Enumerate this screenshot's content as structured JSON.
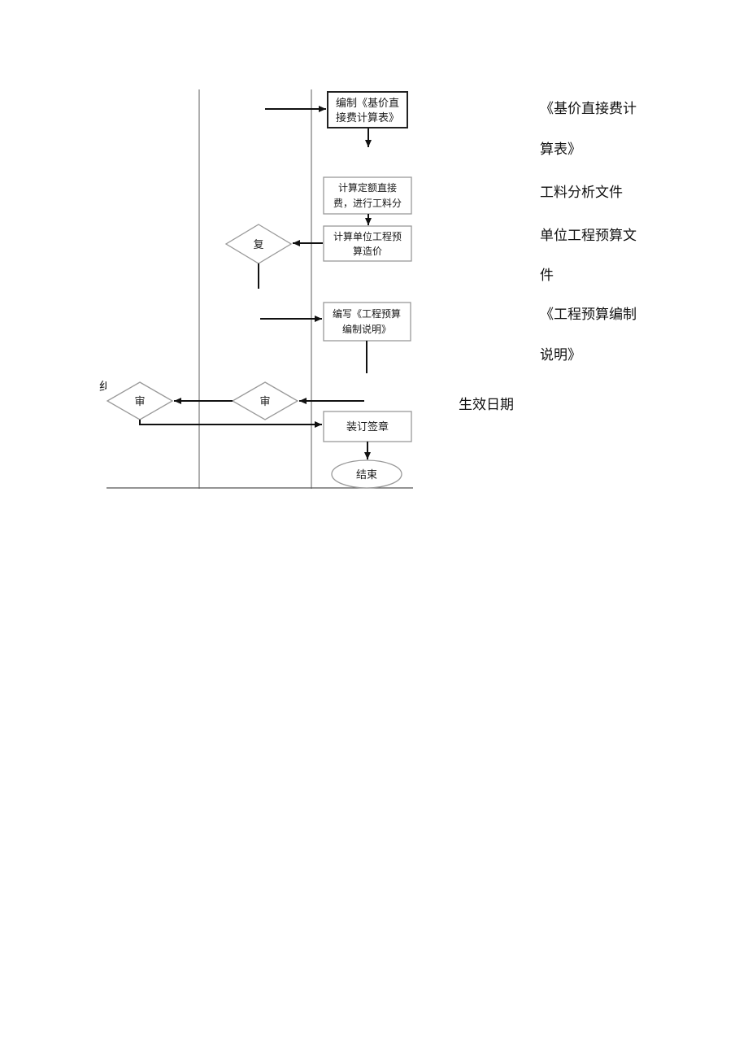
{
  "flowchart": {
    "nodes": {
      "compile_table": [
        "编制《基价直",
        "接费计算表》"
      ],
      "calc_direct_fee": [
        "计算定额直接",
        "费，进行工料分"
      ],
      "calc_unit_cost": [
        "计算单位工程预",
        "算造价"
      ],
      "review_1": "复",
      "write_notes": [
        "编写《工程预算",
        "编制说明》"
      ],
      "review_2": "审",
      "review_3": "审",
      "bind_seal": "装订签章",
      "end": "结束"
    },
    "cut_text": "纠"
  },
  "outputs": {
    "items": [
      "《基价直接费计",
      "算表》",
      "工料分析文件",
      "单位工程预算文",
      "件",
      "《工程预算编制",
      "说明》",
      "生效日期"
    ]
  }
}
